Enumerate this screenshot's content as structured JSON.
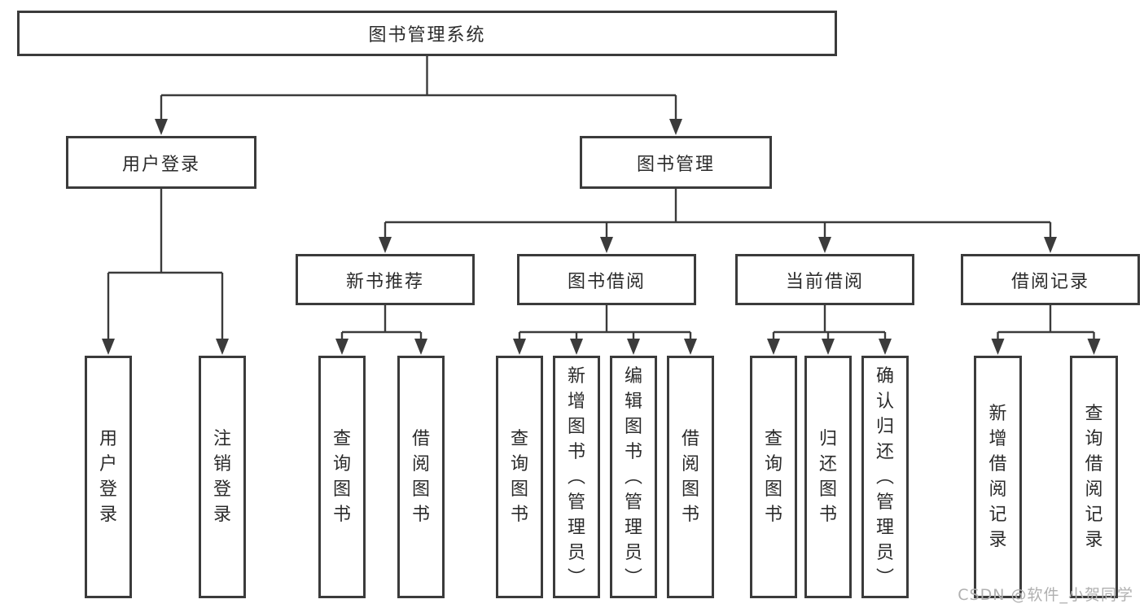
{
  "diagram": {
    "tree": {
      "id": "root",
      "label": "图书管理系统",
      "children": [
        {
          "id": "user-login",
          "label": "用户登录",
          "children": [
            {
              "id": "user-login-action",
              "label": "用户登录",
              "vertical": true
            },
            {
              "id": "logout-action",
              "label": "注销登录",
              "vertical": true
            }
          ]
        },
        {
          "id": "book-management",
          "label": "图书管理",
          "children": [
            {
              "id": "new-book-recommend",
              "label": "新书推荐",
              "children": [
                {
                  "id": "nbr-query-books",
                  "label": "查询图书",
                  "vertical": true
                },
                {
                  "id": "nbr-borrow-books",
                  "label": "借阅图书",
                  "vertical": true
                }
              ]
            },
            {
              "id": "book-borrowing",
              "label": "图书借阅",
              "children": [
                {
                  "id": "bb-query-books",
                  "label": "查询图书",
                  "vertical": true
                },
                {
                  "id": "bb-add-books",
                  "label": "新增图书（管理员）",
                  "vertical": true
                },
                {
                  "id": "bb-edit-books",
                  "label": "编辑图书（管理员）",
                  "vertical": true
                },
                {
                  "id": "bb-borrow-books",
                  "label": "借阅图书",
                  "vertical": true
                }
              ]
            },
            {
              "id": "current-borrowing",
              "label": "当前借阅",
              "children": [
                {
                  "id": "cb-query-books",
                  "label": "查询图书",
                  "vertical": true
                },
                {
                  "id": "cb-return-books",
                  "label": "归还图书",
                  "vertical": true
                },
                {
                  "id": "cb-confirm-return",
                  "label": "确认归还（管理员）",
                  "vertical": true
                }
              ]
            },
            {
              "id": "borrowing-records",
              "label": "借阅记录",
              "children": [
                {
                  "id": "br-add-record",
                  "label": "新增借阅记录",
                  "vertical": true
                },
                {
                  "id": "br-query-record",
                  "label": "查询借阅记录",
                  "vertical": true
                }
              ]
            }
          ]
        }
      ]
    }
  },
  "watermark": {
    "text": "CSDN @软件_小贺同学"
  },
  "colors": {
    "line": "#3b3b3b",
    "box_border": "#3b3b3b",
    "box_background": "#ffffff",
    "text": "#2b2b2b",
    "page_background": "#ffffff",
    "watermark": "#b0b0b0"
  }
}
